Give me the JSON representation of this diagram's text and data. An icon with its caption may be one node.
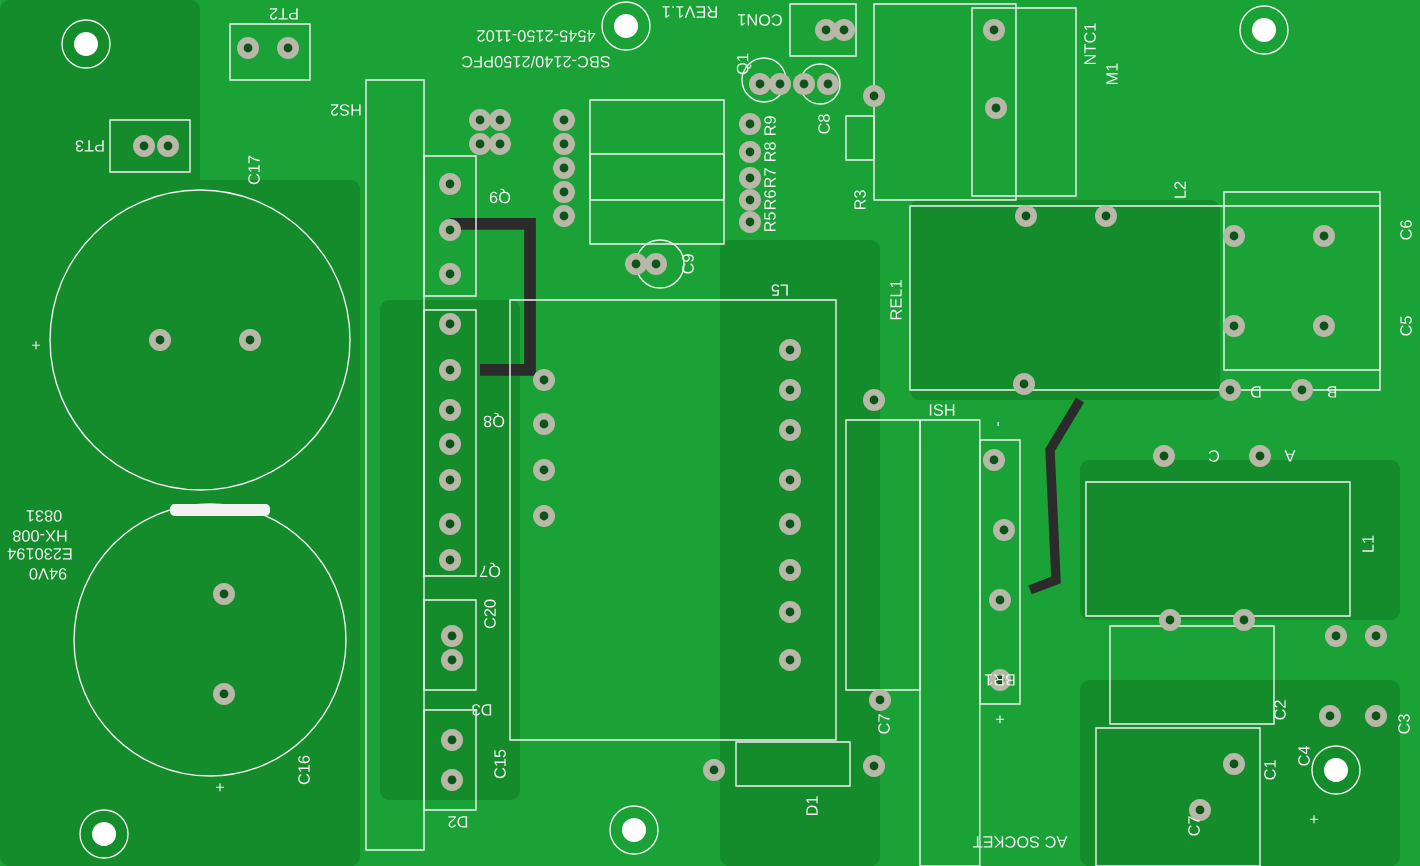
{
  "diagram": {
    "labels": [
      "PT2",
      "CON1",
      "REV1.1",
      "4545-2150-1102",
      "SBC-2140/2150PFC",
      "Q1",
      "NTC1",
      "M1",
      "HS2",
      "C8",
      "R9",
      "R8",
      "R7",
      "R6",
      "R5",
      "PT3",
      "C17",
      "L2",
      "Q9",
      "R3",
      "C6",
      "C9",
      "L5",
      "REL1",
      "C5",
      "+",
      "D",
      "B",
      "Q8",
      "ISH",
      "-",
      "C",
      "A",
      "0831",
      "HX-008",
      "E230194",
      "94V0",
      "L1",
      "Q7",
      "C20",
      "BR1",
      "C2",
      "D3",
      "C7",
      "+",
      "C3",
      "C15",
      "C4",
      "C1",
      "C16",
      "+",
      "D1",
      "C7",
      "+",
      "AC SOCKET",
      "D2"
    ]
  }
}
